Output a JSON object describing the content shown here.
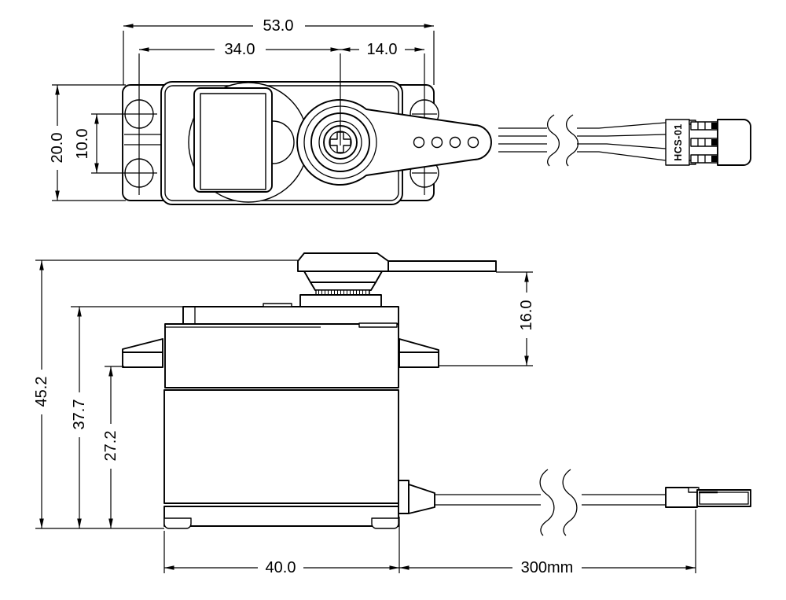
{
  "drawing": {
    "background_color": "#ffffff",
    "line_color": "#000000"
  },
  "top_view": {
    "dims": {
      "overall_width": "53.0",
      "mount_to_shaft": "34.0",
      "shaft_to_mount": "14.0",
      "flange_depth": "20.0",
      "hole_spacing": "10.0"
    },
    "connector_label": "HCS-01"
  },
  "side_view": {
    "dims": {
      "overall_height": "45.2",
      "case_top_height": "37.7",
      "flange_height": "27.2",
      "horn_above_flange": "16.0",
      "case_length": "40.0",
      "cable_length": "300mm"
    }
  }
}
